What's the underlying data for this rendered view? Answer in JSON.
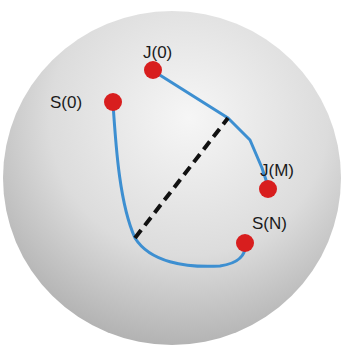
{
  "diagram": {
    "labels": [
      "J(0)",
      "S(0)",
      "J(M)",
      "S(N)"
    ]
  }
}
